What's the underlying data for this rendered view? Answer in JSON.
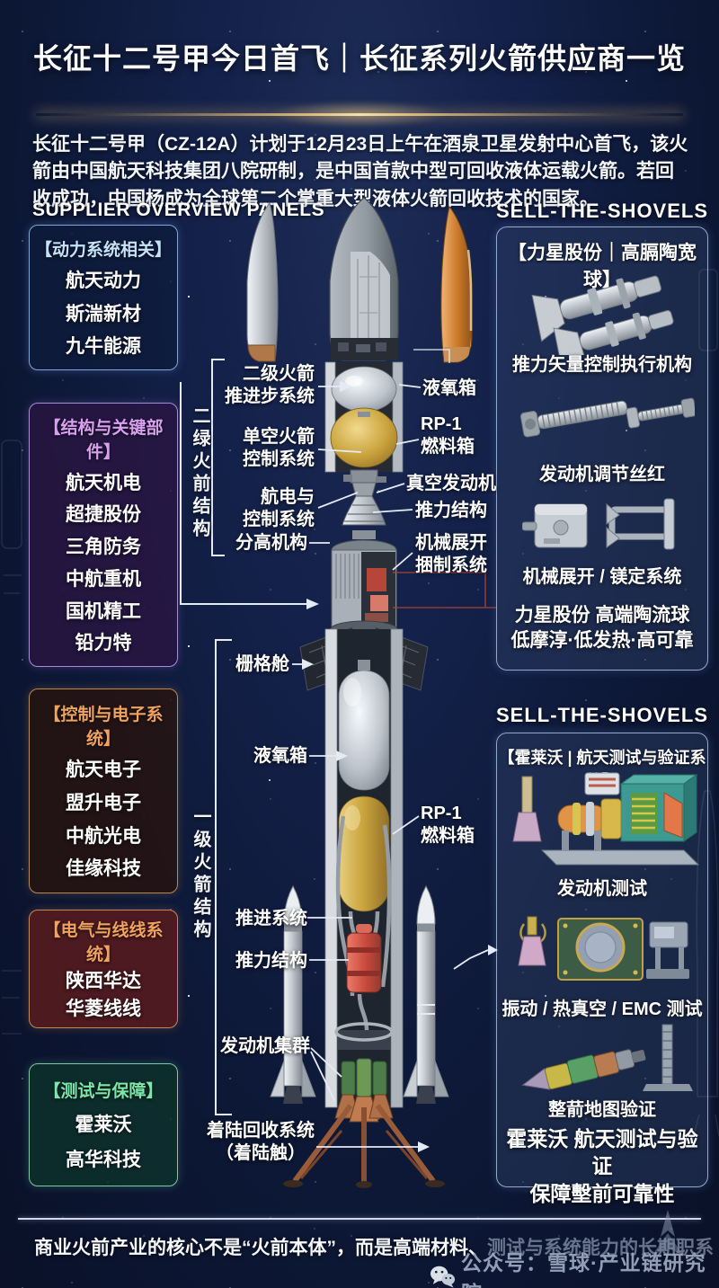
{
  "banner": {
    "title": "长征十二号甲今日首飞｜长征系列火箭供应商一览"
  },
  "intro": {
    "text": "长征十二号甲（CZ-12A）计划于12月23日上午在酒泉卫星发射中心首飞，该火箭由中国航天科技集团八院研制，是中国首款中型可回收液体运载火箭。若回收成功，中国杨成为全球第二个掌重大型液体火箭回收技术的国家。"
  },
  "left": {
    "header": "SUPPLIER OVERVIEW PANELS",
    "panels": [
      {
        "header": "【动力系统相关】",
        "items": [
          "航天动力",
          "斯湍新材",
          "九牛能源"
        ]
      },
      {
        "header": "【结构与关键部件】",
        "items": [
          "航天机电",
          "超捷股份",
          "三角防务",
          "中航重机",
          "国机精工",
          "铅力特"
        ]
      },
      {
        "header": "【控制与电子系统】",
        "items": [
          "航天电子",
          "盟升电子",
          "中航光电",
          "佳缘科技"
        ]
      },
      {
        "header": "【电气与线线系统】",
        "items": [
          "陕西华达",
          "华菱线线"
        ]
      },
      {
        "header": "【测试与保障】",
        "items": [
          "霍莱沃",
          "高华科技"
        ]
      }
    ]
  },
  "right": {
    "sections": [
      {
        "header": "SELL-THE-SHOVELS",
        "panel_header": "【力星股份｜高膈陶宽球】",
        "items": [
          {
            "label": "推力矢量控制执行机构",
            "image": "tvc-actuators"
          },
          {
            "label": "发动机调节丝红",
            "image": "engine-adjust-screws"
          },
          {
            "label": "机械展开 / 镁定系统",
            "image": "deploy-lock-devices"
          }
        ],
        "footer": [
          "力星股份 高端陶流球",
          "低摩淳·低发热·高可靠"
        ]
      },
      {
        "header": "SELL-THE-SHOVELS",
        "panel_header": "【霍莱沃 | 航天测试与验证系统】",
        "items": [
          {
            "label": "发动机测试",
            "image": "engine-test-rig"
          },
          {
            "label": "振动 / 热真空 / EMC 测试",
            "image": "vibration-vacuum-emc-rig"
          },
          {
            "label": "整葥地图验证",
            "image": "whole-rocket-verification"
          }
        ],
        "footer": [
          "霍莱沃 航天测试与验证",
          "保障墼前可靠性"
        ]
      }
    ]
  },
  "rocket": {
    "stage2_bracket_label": "二绿火前结构",
    "stage1_bracket_label": "一级火箭结构",
    "labels_left_s2": [
      "二级火箭\n推进步系统",
      "单空火箭\n控制系统",
      "航电与\n控制系统",
      "分高机构"
    ],
    "labels_right_s2": [
      "液氧箱",
      "RP-1\n燃料箱",
      "真空发动机",
      "推力结构",
      "机械展开\n捆制系统"
    ],
    "labels_s1": [
      "栅格舱",
      "液氧箱",
      "RP-1\n燃料箱",
      "推进系统",
      "推力结构",
      "发动机集群",
      "着陆回收系统\n（着陆触）"
    ]
  },
  "footer": {
    "statement_bright": "商业火前产业的核心不是“火前本体”，而是高端材料、",
    "statement_dim": "测试与系统能力的长期职系",
    "watermark": "公众号：雪球·产业链研究院"
  },
  "colors": {
    "background": "#0d1836",
    "gold_divider": "#e2c084",
    "panel_power_header": "#c5e3f8",
    "panel_structure_header": "#d9a0f0",
    "panel_control_header": "#f0a25f",
    "panel_electric_header": "#f0a25f",
    "panel_test_header": "#7ce8a8",
    "lox_tank_silver": "#c0c6ce",
    "rp1_tank_gold": "#c9a23c",
    "engine_red": "#c84a3c",
    "copper": "#b07848"
  }
}
